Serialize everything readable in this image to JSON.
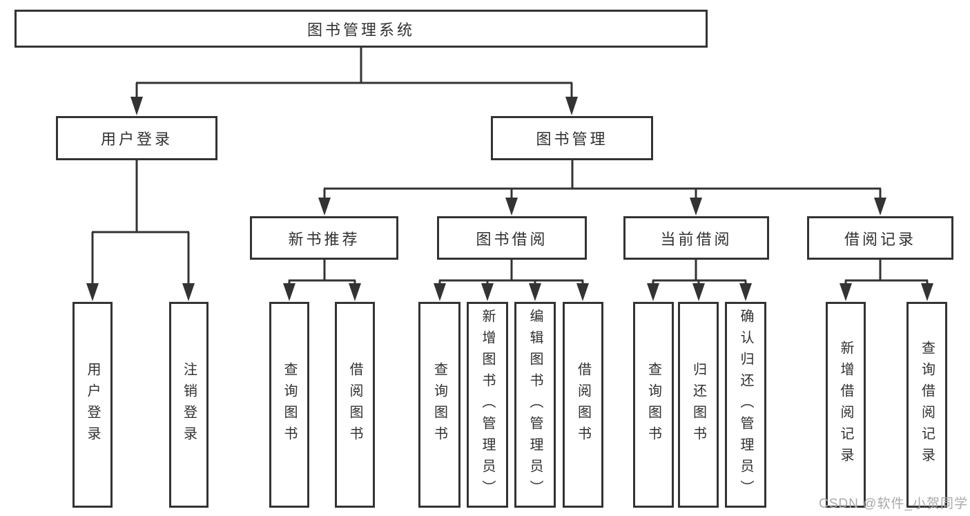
{
  "tree": {
    "root": "图书管理系统",
    "user_login": {
      "label": "用户登录",
      "children": [
        "用户登录",
        "注销登录"
      ]
    },
    "book_management": {
      "label": "图书管理",
      "new_books": {
        "label": "新书推荐",
        "children": [
          "查询图书",
          "借阅图书"
        ]
      },
      "borrow": {
        "label": "图书借阅",
        "children": [
          "查询图书",
          "新增图书（管理员）",
          "编辑图书（管理员）",
          "借阅图书"
        ]
      },
      "current": {
        "label": "当前借阅",
        "children": [
          "查询图书",
          "归还图书",
          "确认归还（管理员）"
        ]
      },
      "records": {
        "label": "借阅记录",
        "children": [
          "新增借阅记录",
          "查询借阅记录"
        ]
      }
    }
  },
  "watermark": {
    "text": "CSDN @软件_小贺同学"
  },
  "colors": {
    "line": "#333333",
    "text": "#303030",
    "watermark": "#a9a9a9",
    "background": "#ffffff"
  }
}
